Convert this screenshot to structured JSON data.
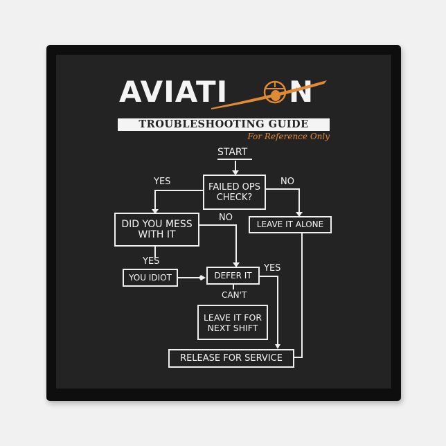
{
  "poster": {
    "title_prefix": "AVIATI",
    "title_suffix": "N",
    "title_full": "AVIATION",
    "subtitle": "TROUBLESHOOTING GUIDE",
    "tagline": "For Reference Only",
    "accent_color": "#e08a35",
    "background_color": "#232323",
    "text_color": "#f4f4f4"
  },
  "flowchart": {
    "start": "START",
    "nodes": {
      "failed_ops": "FAILED OPS CHECK?",
      "failed_ops_line1": "FAILED OPS",
      "failed_ops_line2": "CHECK?",
      "did_you_mess_line1": "DID YOU MESS",
      "did_you_mess_line2": "WITH IT",
      "leave_alone": "LEAVE IT ALONE",
      "you_idiot": "YOU IDIOT",
      "defer_it": "DEFER IT",
      "next_shift_line1": "LEAVE IT FOR",
      "next_shift_line2": "NEXT SHIFT",
      "release": "RELEASE FOR SERVICE"
    },
    "edges": {
      "ops_yes": "YES",
      "ops_no": "NO",
      "mess_no": "NO",
      "mess_yes": "YES",
      "defer_yes": "YES",
      "defer_cant": "CAN'T"
    }
  }
}
